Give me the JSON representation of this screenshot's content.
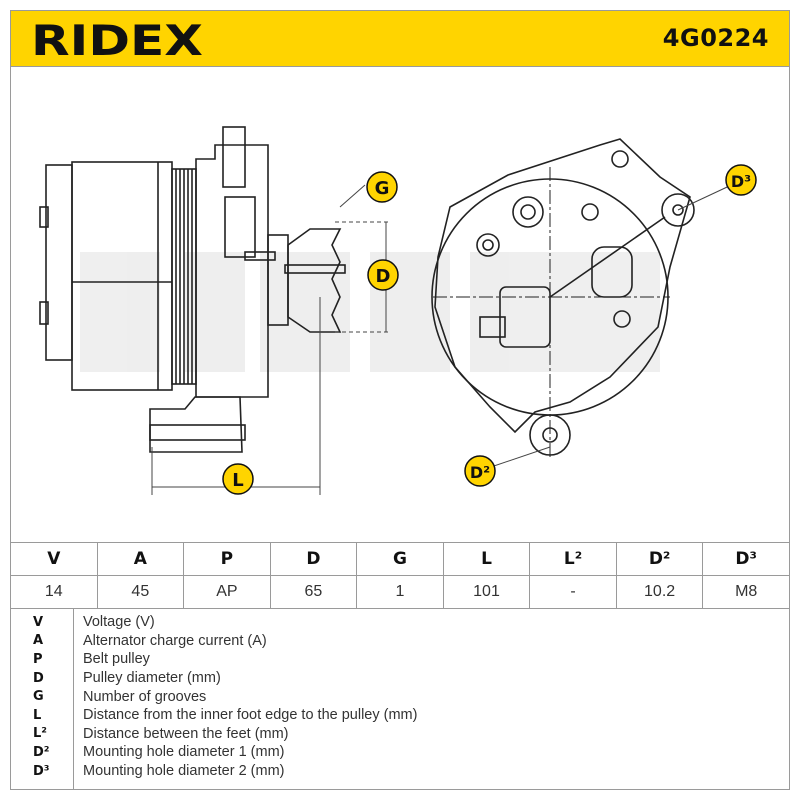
{
  "brand": {
    "logo_text": "RIDEX",
    "product_code": "4G0224",
    "accent_color": "#ffd400"
  },
  "diagram": {
    "labels": {
      "g": "G",
      "d": "D",
      "l": "L",
      "d2": "D²",
      "d3": "D³"
    }
  },
  "specs": {
    "headers": [
      "V",
      "A",
      "P",
      "D",
      "G",
      "L",
      "L²",
      "D²",
      "D³"
    ],
    "values": [
      "14",
      "45",
      "AP",
      "65",
      "1",
      "101",
      "-",
      "10.2",
      "M8"
    ]
  },
  "legend": [
    {
      "key": "V",
      "desc": "Voltage (V)"
    },
    {
      "key": "A",
      "desc": "Alternator charge current (A)"
    },
    {
      "key": "P",
      "desc": "Belt pulley"
    },
    {
      "key": "D",
      "desc": "Pulley diameter (mm)"
    },
    {
      "key": "G",
      "desc": "Number of grooves"
    },
    {
      "key": "L",
      "desc": "Distance from the inner foot edge to the pulley (mm)"
    },
    {
      "key": "L²",
      "desc": "Distance between the feet (mm)"
    },
    {
      "key": "D²",
      "desc": "Mounting hole diameter 1 (mm)"
    },
    {
      "key": "D³",
      "desc": "Mounting hole diameter 2 (mm)"
    }
  ]
}
